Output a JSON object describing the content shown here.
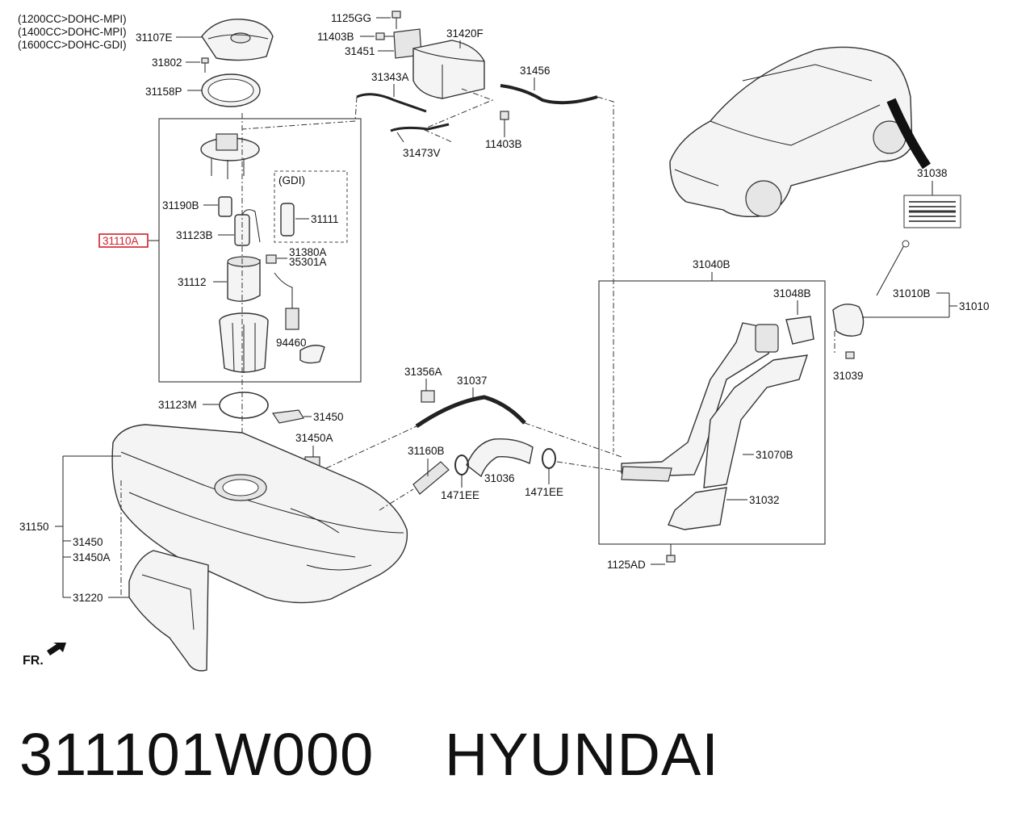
{
  "engine_notes": [
    "(1200CC>DOHC-MPI)",
    "(1400CC>DOHC-MPI)",
    "(1600CC>DOHC-GDI)"
  ],
  "gdi_label": "(GDI)",
  "front_label": "FR.",
  "highlight_color": "#d0202a",
  "parts": {
    "p31107E": "31107E",
    "p31802": "31802",
    "p31158P": "31158P",
    "p31190B": "31190B",
    "p31110A": "31110A",
    "p31123B": "31123B",
    "p31112": "31112",
    "p31111": "31111",
    "p31380A": "31380A",
    "p35301A": "35301A",
    "p94460": "94460",
    "p31123M": "31123M",
    "p31450a": "31450",
    "p31450A_a": "31450A",
    "p31150": "31150",
    "p31450b": "31450",
    "p31450A_b": "31450A",
    "p31220": "31220",
    "p1125GG": "1125GG",
    "p11403B_a": "11403B",
    "p31451": "31451",
    "p31420F": "31420F",
    "p31343A": "31343A",
    "p31456": "31456",
    "p31473V": "31473V",
    "p11403B_b": "11403B",
    "p31356A": "31356A",
    "p31037": "31037",
    "p31160B": "31160B",
    "p31036": "31036",
    "p1471EE_a": "1471EE",
    "p1471EE_b": "1471EE",
    "p31038": "31038",
    "p31040B": "31040B",
    "p31048B": "31048B",
    "p31010B": "31010B",
    "p31010": "31010",
    "p31039": "31039",
    "p31070B": "31070B",
    "p31032": "31032",
    "p1125AD": "1125AD"
  },
  "footer": {
    "part_number": "311101W000",
    "brand": "HYUNDAI"
  }
}
